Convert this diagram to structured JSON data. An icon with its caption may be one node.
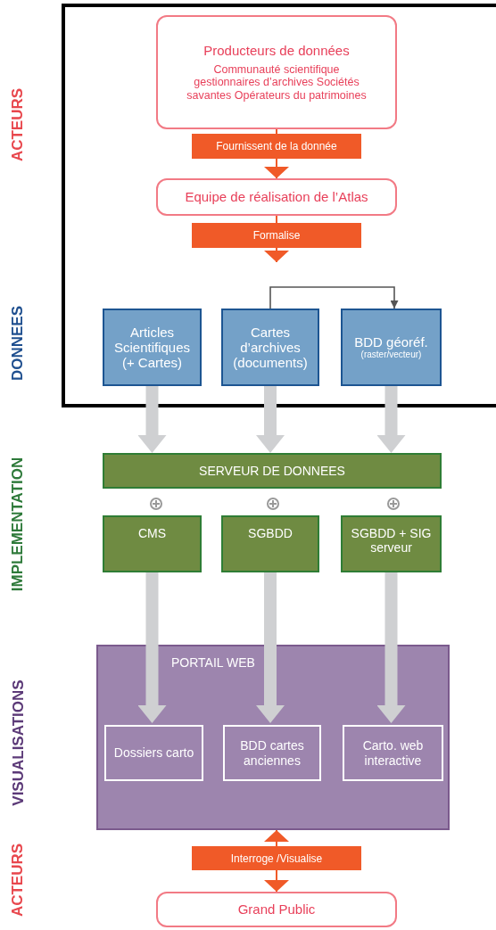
{
  "diagram": {
    "nodes": [
      {
        "text": [
          "Producteurs de données",
          "Communauté scientifique gestionnaires d’archives Sociétés savantes Opérateurs du patrimoines"
        ]
      },
      {
        "text": [
          "Equipe de réalisation de l’Atlas"
        ]
      },
      {
        "text": [
          "Articles Scientifiques (+ Cartes)"
        ]
      },
      {
        "text": [
          "Cartes d’archives (documents)"
        ]
      },
      {
        "text": [
          "BDD géoréf.",
          "(raster/vecteur)"
        ]
      },
      {
        "text": [
          "SERVEUR DE DONNEES"
        ]
      },
      {
        "text": [
          "CMS"
        ]
      },
      {
        "text": [
          "SGBDD"
        ]
      },
      {
        "text": [
          "SGBDD + SIG serveur"
        ]
      },
      {
        "text": [
          "PORTAIL WEB"
        ]
      },
      {
        "text": [
          "Dossiers carto"
        ],
        "in": 9
      },
      {
        "text": [
          "BDD cartes anciennes"
        ],
        "in": 9
      },
      {
        "text": [
          "Carto. web interactive"
        ],
        "in": 9
      },
      {
        "text": [
          "Grand Public"
        ]
      }
    ],
    "edges": [
      {
        "from": 0,
        "to": 1,
        "arrow": "to",
        "label": "Fournissent de la donnée",
        "color": "#f05a28"
      },
      {
        "from": 1,
        "to": null,
        "arrow": "to",
        "label": "Formalise",
        "color": "#f05a28"
      },
      {
        "from": 3,
        "to": 4,
        "arrow": "to",
        "color": "#555555"
      },
      {
        "from": 2,
        "to": 5,
        "arrow": "to",
        "color": "#cfd0d2"
      },
      {
        "from": 3,
        "to": 5,
        "arrow": "to",
        "color": "#cfd0d2"
      },
      {
        "from": 4,
        "to": 5,
        "arrow": "to",
        "color": "#cfd0d2"
      },
      {
        "from": 6,
        "to": 10,
        "arrow": "to",
        "color": "#cfd0d2"
      },
      {
        "from": 7,
        "to": 11,
        "arrow": "to",
        "color": "#cfd0d2"
      },
      {
        "from": 8,
        "to": 12,
        "arrow": "to",
        "color": "#cfd0d2"
      },
      {
        "from": 9,
        "to": 13,
        "arrow": "both",
        "label": "Interroge /Visualise",
        "color": "#f05a28"
      }
    ],
    "labels": [
      "ACTEURS",
      "DONNEES",
      "IMPLEMENTATION",
      "VISUALISATIONS",
      "ACTEURS"
    ]
  }
}
